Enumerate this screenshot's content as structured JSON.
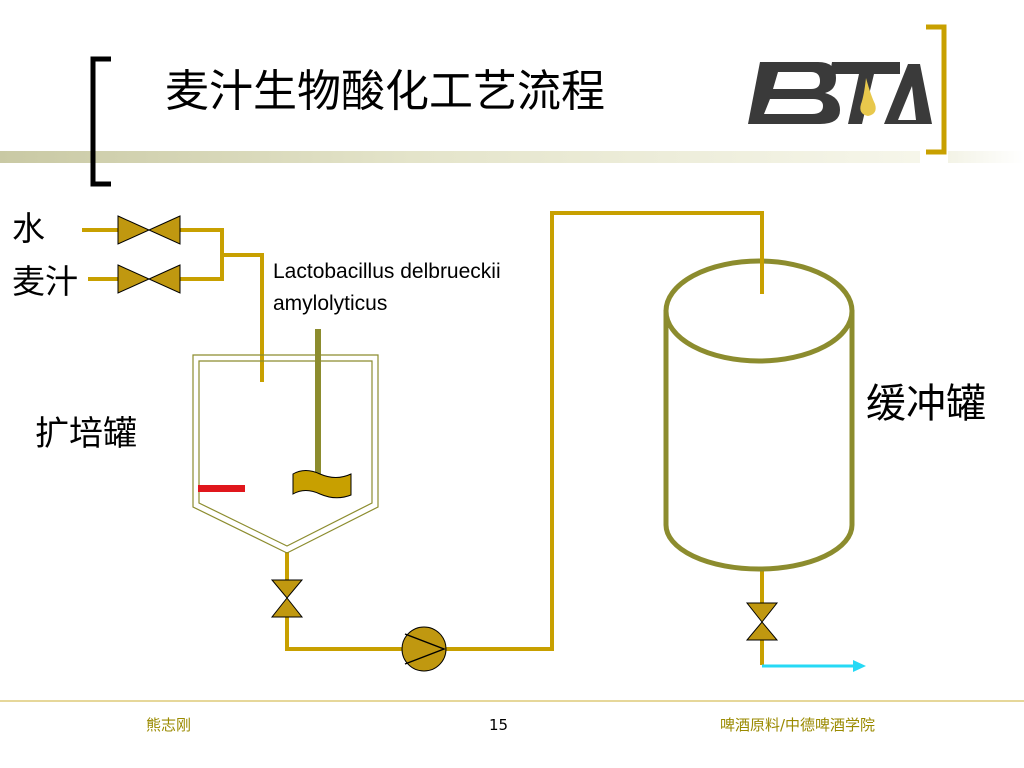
{
  "slide": {
    "title": "麦汁生物酸化工艺流程",
    "logo_text": "BTA"
  },
  "diagram": {
    "inlets": {
      "water": "水",
      "wort": "麦汁"
    },
    "propagation_tank": "扩培罐",
    "buffer_tank": "缓冲罐",
    "organism_line1": "Lactobacillus delbrueckii",
    "organism_line2": "amylolyticus"
  },
  "footer": {
    "author": "熊志刚",
    "page_number": "15",
    "course": "啤酒原料/中德啤酒学院"
  },
  "colors": {
    "pipe": "#c8a000",
    "valve_fill": "#c09810",
    "tank_outline": "#8c8c2e",
    "heater": "#e0161c",
    "outlet_arrow": "#26d9f5",
    "bracket": "#c8a000",
    "logo_dark": "#3a3a3a",
    "logo_drop": "#e8c84c"
  }
}
